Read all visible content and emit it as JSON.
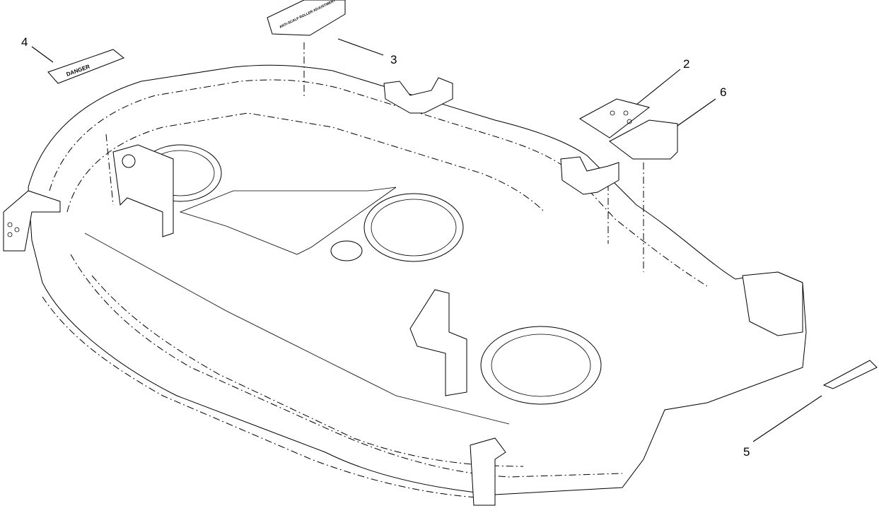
{
  "diagram": {
    "type": "exploded parts diagram",
    "callouts": [
      {
        "label": "2",
        "part": "decal"
      },
      {
        "label": "3",
        "part": "decal",
        "artwork_text": "ANTI-SCALP ROLLER ADJUSTMENT"
      },
      {
        "label": "4",
        "part": "decal",
        "artwork_text": "DANGER"
      },
      {
        "label": "5",
        "part": "decal"
      },
      {
        "label": "6",
        "part": "decal"
      }
    ],
    "line_color": "#000000",
    "background": "#ffffff"
  }
}
